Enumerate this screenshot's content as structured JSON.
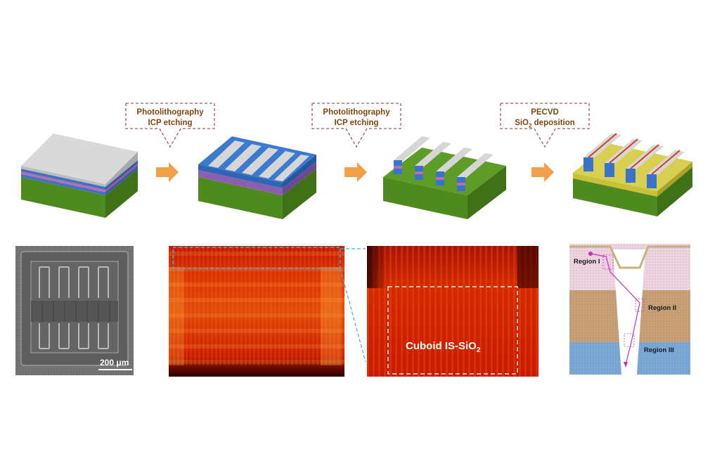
{
  "steps": [
    {
      "line1": "Photolithography",
      "line2": "ICP etching"
    },
    {
      "line1": "Photolithography",
      "line2": "ICP etching"
    },
    {
      "line1": "PECVD",
      "line2_prefix": "SiO",
      "line2_sub": "2",
      "line2_suffix": " deposition"
    }
  ],
  "sem": {
    "scale_label": "200 μm"
  },
  "zoom": {
    "label_prefix": "Cuboid IS-SiO",
    "label_sub": "2"
  },
  "cross_section": {
    "regions": [
      "Region I",
      "Region II",
      "Region III"
    ]
  },
  "colors": {
    "substrate": "#4e8a1c",
    "blue_layer": "#3a74c9",
    "pink_layer": "#b86fb0",
    "top_gray": "#d8d8d8",
    "sio2_yellow": "#c9c13a",
    "arrow_orange": "#f2a04a",
    "callout_border": "#9a5a5a",
    "heat_red": "#c81a00",
    "trace_magenta": "#c030c0"
  },
  "icons": [
    "process-arrow-icon",
    "zoom-connector-icon",
    "photon-trace-icon"
  ]
}
